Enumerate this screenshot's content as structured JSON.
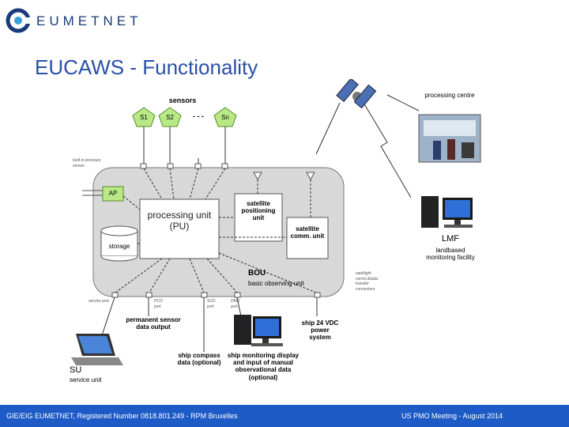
{
  "header": {
    "logo_text": "EUMETNET",
    "title": "EUCAWS - Functionality"
  },
  "diagram": {
    "sensors": {
      "label": "sensors",
      "s1": "S1",
      "s2": "S2",
      "dots": "- - -",
      "sn": "Sn"
    },
    "builtin_pressure": "built-in pressure sensor",
    "ap": "AP",
    "processing_unit": "processing unit (PU)",
    "storage": "storage",
    "satellite_positioning": "satellite positioning unit",
    "satellite_comm": "satellite comm. unit",
    "bou": "BOU",
    "bou_desc": "basic observing unit",
    "satellite_connector": "satellight comm.&data transfer connectors",
    "service_port": "service port",
    "pco_port": "PCO port",
    "scd_port": "SCD port",
    "dmd_port": "DMD port",
    "permanent_output": "permanent sensor data output",
    "su": "SU",
    "su_desc": "service unit",
    "ship_compass": "ship compass data (optional)",
    "ship_monitoring": "ship monitoring display and input of manual observational data (optional)",
    "ship_power": "ship 24 VDC power system",
    "processing_centre": "processing centre",
    "lmf": "LMF",
    "lmf_desc": "landbased monitoring facility"
  },
  "footer": {
    "left": "GIE/EIG EUMETNET, Registered Number 0818.801.249 - RPM Bruxelles",
    "right": "US PMO Meeting - August 2014"
  },
  "colors": {
    "title": "#2a4fa8",
    "footer_bg": "#1e5bc6",
    "sensor_fill": "#b8e986",
    "bou_fill": "#d8d8d8"
  }
}
